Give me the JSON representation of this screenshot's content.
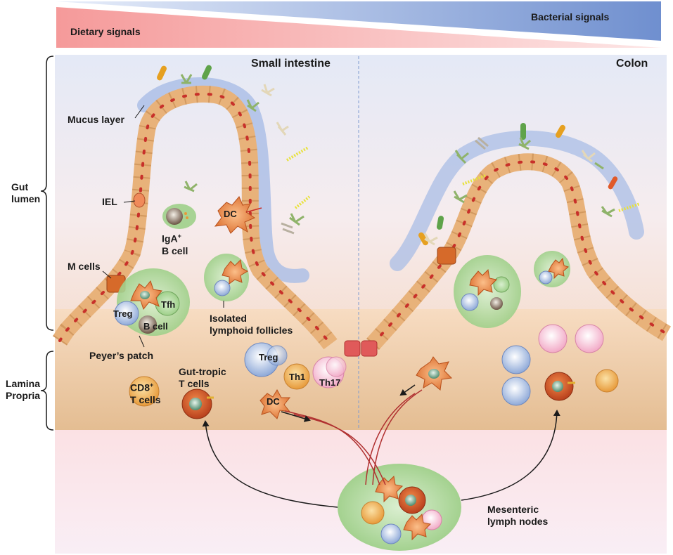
{
  "gradients": {
    "dietary": "Dietary signals",
    "bacterial": "Bacterial signals"
  },
  "regions": {
    "small_intestine": "Small intestine",
    "colon": "Colon"
  },
  "side": {
    "gut_lumen": [
      "Gut",
      "lumen"
    ],
    "lamina_propria": [
      "Lamina",
      "Propria"
    ]
  },
  "labels": {
    "mucus_layer": "Mucus layer",
    "iel": "IEL",
    "m_cells": "M cells",
    "iga_b_cell": [
      "IgA",
      "+",
      "B cell"
    ],
    "dc_villus": "DC",
    "treg_pp": "Treg",
    "tfh": "Tfh",
    "b_cell": "B cell",
    "peyers_patch": "Peyer’s patch",
    "ilf": [
      "Isolated",
      "lymphoid follicles"
    ],
    "treg_lp": "Treg",
    "th1": "Th1",
    "th17": "Th17",
    "cd8": [
      "CD8",
      "+",
      "T cells"
    ],
    "gut_tropic": [
      "Gut-tropic",
      "T cells"
    ],
    "dc_lp": "DC",
    "mln": [
      "Mesenteric",
      "lymph nodes"
    ]
  },
  "colors": {
    "dietary": "#f28a8a",
    "bacterial": "#5b7fc4",
    "epithelium": "#e8b27a",
    "nucleus": "#c8302a",
    "mucus": "#a9bde6",
    "follicle": "#9fd08a",
    "lamina_propria": "#e8c49a"
  }
}
